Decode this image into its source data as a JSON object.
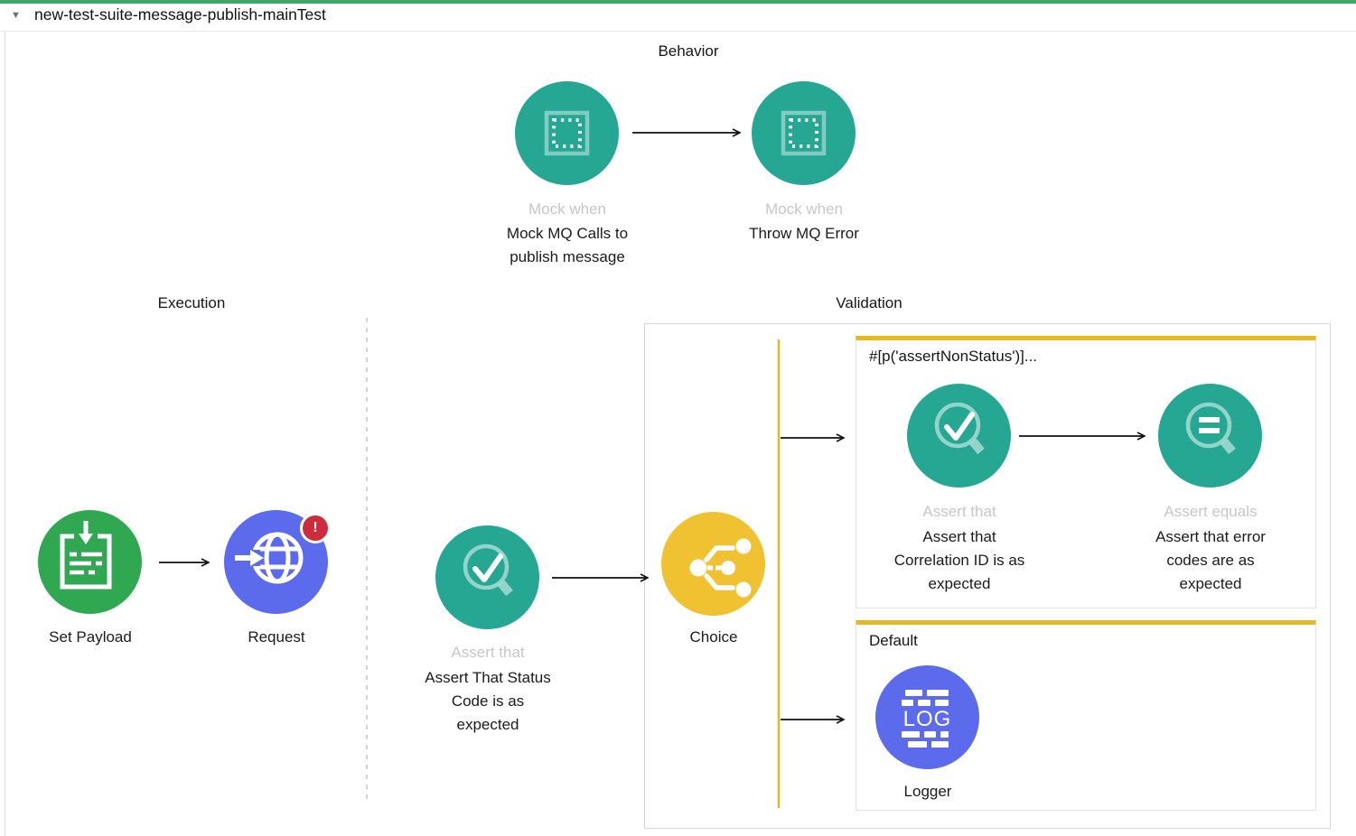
{
  "window": {
    "title": "new-test-suite-message-publish-mainTest",
    "collapse_icon": "▼"
  },
  "sections": {
    "behavior": "Behavior",
    "execution": "Execution",
    "validation": "Validation"
  },
  "nodes": {
    "mock_publish": {
      "type": "Mock when",
      "name": "Mock MQ Calls to\npublish message"
    },
    "mock_error": {
      "type": "Mock when",
      "name": "Throw MQ Error"
    },
    "set_payload": {
      "name": "Set Payload"
    },
    "request": {
      "name": "Request",
      "error_badge": "!"
    },
    "assert_status": {
      "type": "Assert that",
      "name": "Assert That Status\nCode is as\nexpected"
    },
    "choice": {
      "name": "Choice"
    },
    "assert_correlation": {
      "type": "Assert that",
      "name": "Assert that\nCorrelation ID is as\nexpected"
    },
    "assert_error_codes": {
      "type": "Assert equals",
      "name": "Assert that error\ncodes are as\nexpected"
    },
    "logger": {
      "name": "Logger",
      "icon_text": "LOG"
    }
  },
  "branches": {
    "when_expression": "#[p('assertNonStatus')]...",
    "default": "Default"
  },
  "colors": {
    "accent_bar_green": "#3ba86c",
    "node_teal": "#25a794",
    "node_green": "#2fa851",
    "node_indigo": "#5c6aec",
    "node_yellow": "#f0c232",
    "branch_gold": "#e7b725",
    "error_red": "#ce2b3e"
  }
}
